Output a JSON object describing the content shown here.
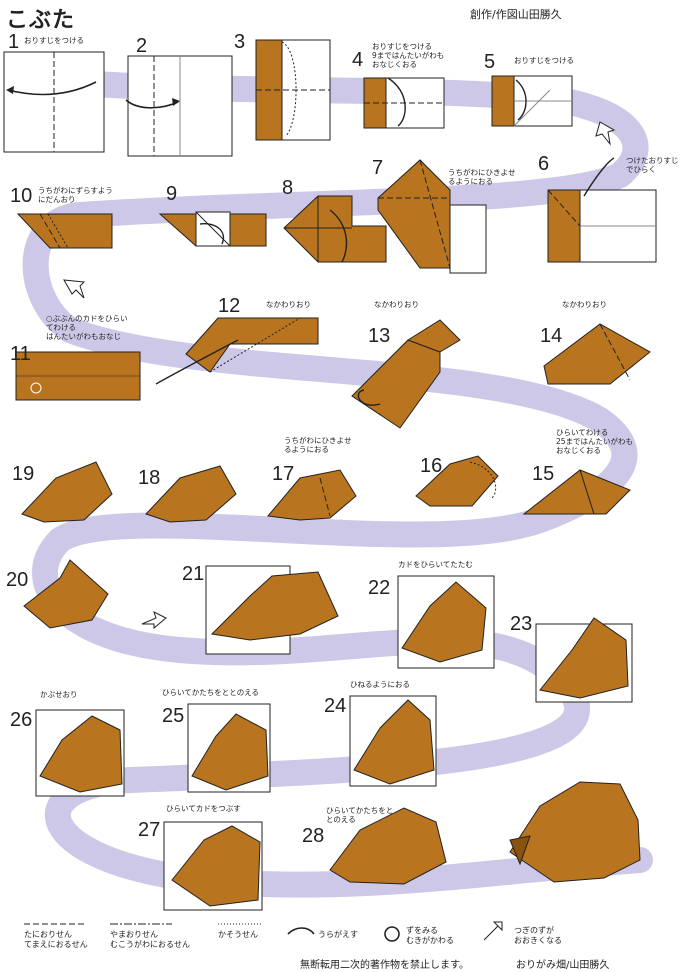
{
  "title": "こぶた",
  "author": "創作/作図山田勝久",
  "steps": [
    {
      "n": "1",
      "note": "おりすじをつける"
    },
    {
      "n": "2",
      "note": ""
    },
    {
      "n": "3",
      "note": ""
    },
    {
      "n": "4",
      "note": "おりすじをつける\n9まではんたいがわも\nおなじくおる"
    },
    {
      "n": "5",
      "note": "おりすじをつける"
    },
    {
      "n": "6",
      "note": "つけたおりすじ\nでひらく"
    },
    {
      "n": "7",
      "note": "うちがわにひきよせ\nるようにおる"
    },
    {
      "n": "8",
      "note": ""
    },
    {
      "n": "9",
      "note": ""
    },
    {
      "n": "10",
      "note": "うちがわにずらすよう\nにだんおり"
    },
    {
      "n": "11",
      "note": "○ぶぶんのカドをひらい\nてわける\nはんたいがわもおなじ"
    },
    {
      "n": "12",
      "note": "なかわりおり"
    },
    {
      "n": "13",
      "note": "なかわりおり"
    },
    {
      "n": "14",
      "note": "なかわりおり"
    },
    {
      "n": "15",
      "note": "ひらいてわける\n25まではんたいがわも\nおなじくおる"
    },
    {
      "n": "16",
      "note": ""
    },
    {
      "n": "17",
      "note": "うちがわにひきよせ\nるようにおる"
    },
    {
      "n": "18",
      "note": ""
    },
    {
      "n": "19",
      "note": ""
    },
    {
      "n": "20",
      "note": ""
    },
    {
      "n": "21",
      "note": ""
    },
    {
      "n": "22",
      "note": "カドをひらいてたたむ"
    },
    {
      "n": "23",
      "note": ""
    },
    {
      "n": "24",
      "note": "ひねるようにおる"
    },
    {
      "n": "25",
      "note": "ひらいてかたちをととのえる"
    },
    {
      "n": "26",
      "note": "かぶせおり"
    },
    {
      "n": "27",
      "note": "ひらいてカドをつぶす"
    },
    {
      "n": "28",
      "note": "ひらいてかたちをと\nとのえる"
    }
  ],
  "legend": {
    "valley": "たにおりせん\nてまえにおるせん",
    "mountain": "やまおりせん\nむこうがわにおるせん",
    "crease": "かそうせん",
    "turn_over": "うらがえす",
    "rotate": "ずをみる\nむきがかわる",
    "next_bigger": "つぎのずが\nおおきくなる"
  },
  "footer": {
    "copyright": "無断転用二次的著作物を禁止します。",
    "source": "おりがみ畑/山田勝久"
  },
  "colors": {
    "paper": "#b8741e",
    "paper_dark": "#8a5210",
    "path": "#cdc8e8",
    "line": "#222222"
  }
}
